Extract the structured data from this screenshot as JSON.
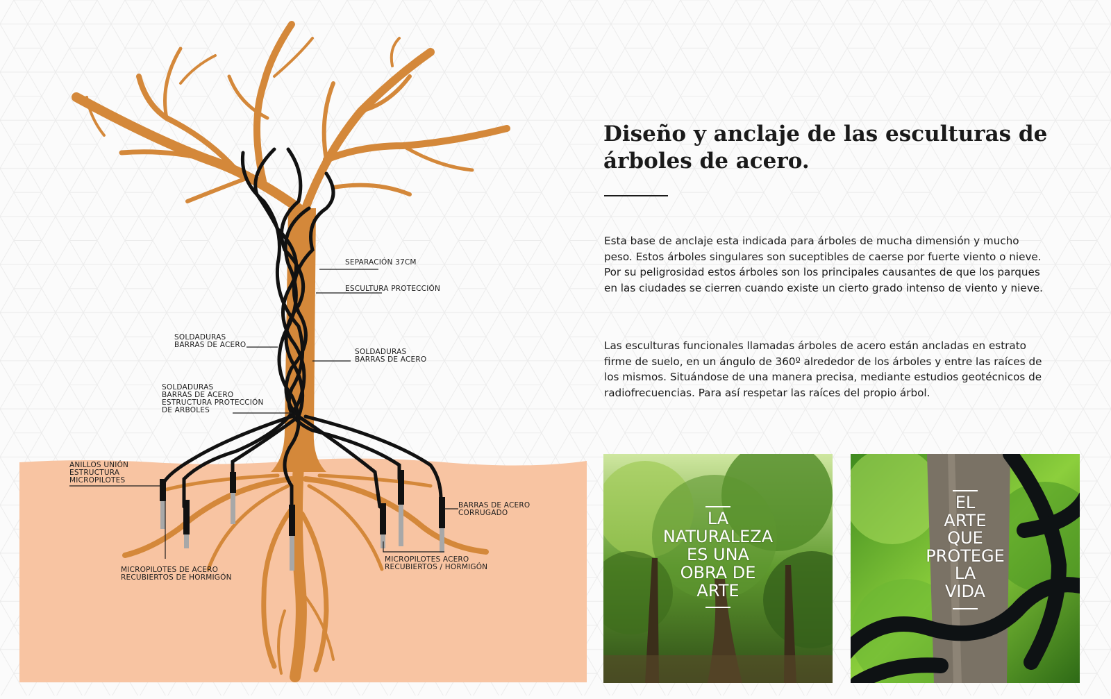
{
  "heading": {
    "title": "Diseño y anclaje de las esculturas de árboles de acero."
  },
  "body": {
    "paragraph_1": "Esta base de anclaje esta indicada para árboles de mucha dimensión y mucho peso. Estos árboles singulares son suceptibles de caerse por fuerte viento o nieve. Por su peligrosidad estos árboles son los principales causantes de que los parques en las ciudades se cierren cuando existe un cierto grado intenso de viento y nieve.",
    "paragraph_2": "Las esculturas funcionales llamadas árboles de acero están ancladas en estrato firme de suelo, en un ángulo de 360º alrededor de los árboles y entre las raíces de los mismos. Situándose de una manera precisa, mediante estudios geotécnicos de radiofrecuencias. Para así respetar las raíces del propio árbol."
  },
  "diagram_labels": {
    "separacion": "SEPARACIÓN 37CM",
    "escultura_proteccion": "ESCULTURA PROTECCIÓN",
    "soldaduras_left": "SOLDADURAS\nBARRAS DE ACERO",
    "soldaduras_right": "SOLDADURAS\nBARRAS DE ACERO",
    "soldaduras_estructura": "SOLDADURAS\nBARRAS DE ACERO\nESTRUCTURA PROTECCIÓN\nDE ARBOLES",
    "anillos": "ANILLOS UNIÓN\nESTRUCTURA\nMICROPILOTES",
    "barras_corrugado": "BARRAS DE ACERO\nCORRUGADO",
    "micropilotes_left": "MICROPILOTES DE ACERO\nRECUBIERTOS DE HORMIGÓN",
    "micropilotes_right": "MICROPILOTES ACERO\nRECUBIERTOS / HORMIGÓN"
  },
  "photos": [
    {
      "caption": "LA\nNATURALEZA\nES UNA\nOBRA DE\nARTE"
    },
    {
      "caption": "EL\nARTE\nQUE\nPROTEGE\nLA\nVIDA"
    }
  ],
  "colors": {
    "tree": "#d4883a",
    "soil": "#f8c4a2",
    "steel": "#111111",
    "pile_concrete": "#a8a8a8"
  }
}
